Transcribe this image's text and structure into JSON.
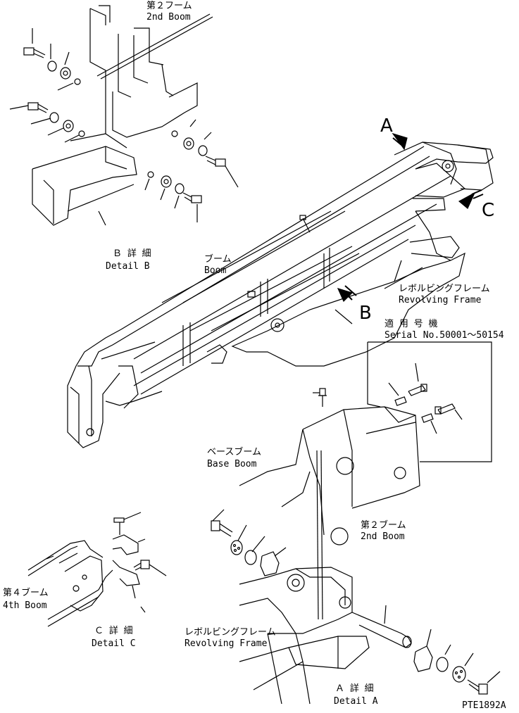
{
  "labels": {
    "second_frame_jp": "第２フーム",
    "second_boom_top": "2nd Boom",
    "detail_b_jp": "Ｂ 詳 細",
    "detail_b_en": "Detail B",
    "boom_jp": "ブーム",
    "boom_en": "Boom",
    "revolving_frame_jp_1": "レボルビングフレーム",
    "revolving_frame_en_1": "Revolving Frame",
    "serial_jp": "適 用 号 機",
    "serial_en": "Serial No.50001～50154",
    "base_boom_jp": "ベースブーム",
    "base_boom_en": "Base Boom",
    "second_boom_jp_2": "第２ブーム",
    "second_boom_en_2": "2nd Boom",
    "fourth_boom_jp": "第４ブーム",
    "fourth_boom_en": "4th Boom",
    "detail_c_jp": "Ｃ 詳 細",
    "detail_c_en": "Detail C",
    "revolving_frame_jp_2": "レボルビングフレーム",
    "revolving_frame_en_2": "Revolving Frame",
    "detail_a_jp": "Ａ 詳 細",
    "detail_a_en": "Detail A",
    "view_a": "A",
    "view_b": "B",
    "view_c": "C",
    "drawing_code": "PTE1892A"
  },
  "icons": {
    "view_arrow": "view-direction-arrow-icon",
    "bolt": "bolt-icon",
    "washer": "washer-icon",
    "nut": "nut-icon",
    "grease_fitting": "grease-fitting-icon"
  },
  "colors": {
    "line": "#000000",
    "background": "#ffffff"
  }
}
